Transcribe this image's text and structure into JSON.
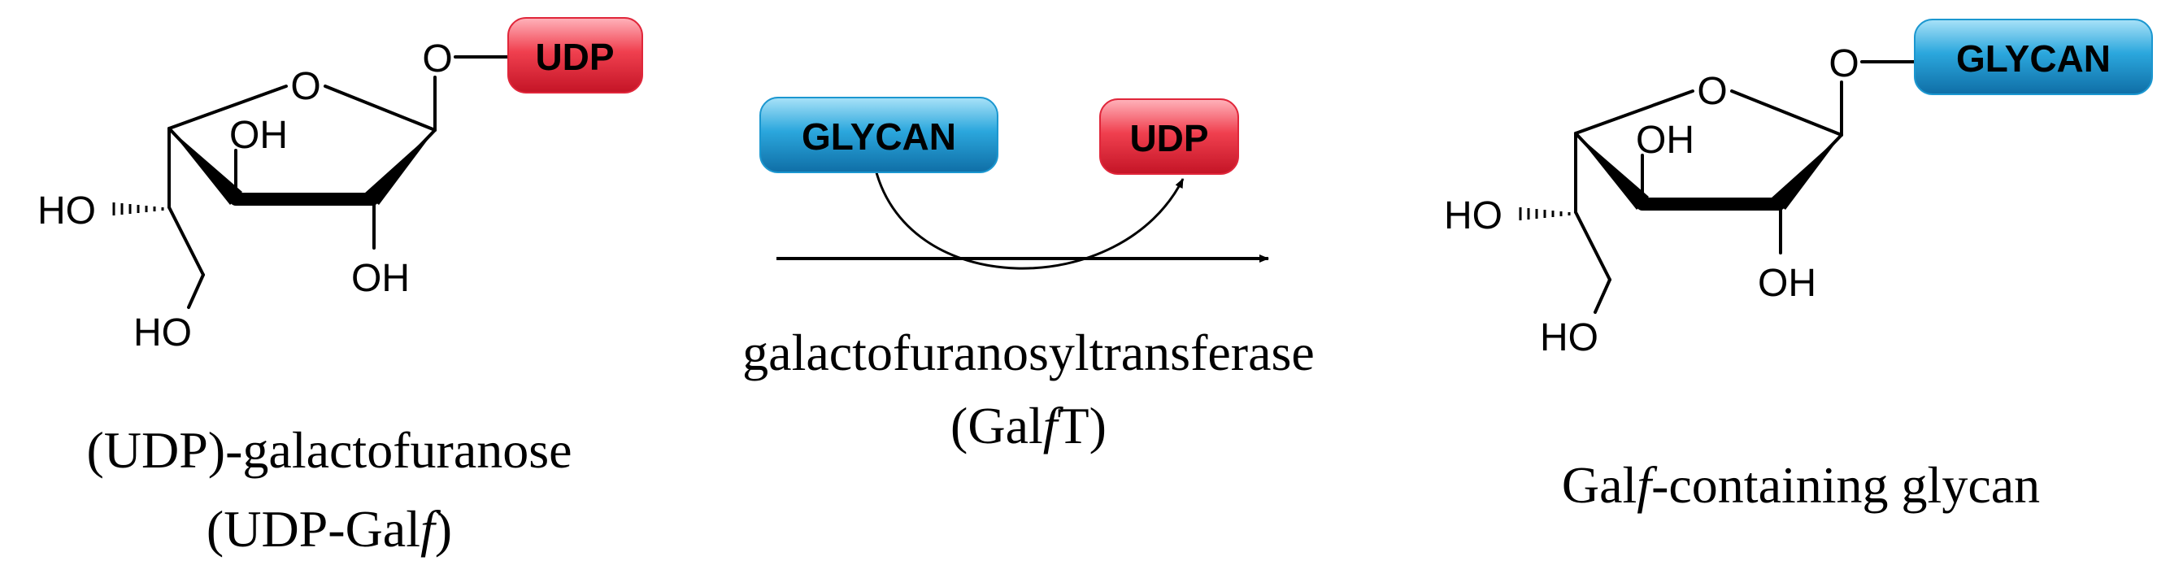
{
  "substrate": {
    "ring_oxygen": "O",
    "glycosidic_oxygen": "O",
    "hydroxyl_c3": "OH",
    "hydroxyl_c2": "OH",
    "hydroxyl_c5": "HO",
    "hydroxyl_c6": "HO",
    "tag": {
      "label": "UDP",
      "color": "#e0263a"
    },
    "caption_line1": "(UDP)-galactofuranose",
    "caption_line2_prefix": "(UDP-Gal",
    "caption_line2_italic": "f",
    "caption_line2_suffix": ")"
  },
  "reaction": {
    "donor_tag": {
      "label": "GLYCAN",
      "color": "#1b97d0"
    },
    "released_tag": {
      "label": "UDP",
      "color": "#e0263a"
    },
    "enzyme_line1": "galactofuranosyltransferase",
    "enzyme_line2_prefix": "(Gal",
    "enzyme_line2_italic": "f",
    "enzyme_line2_suffix": "T)"
  },
  "product": {
    "ring_oxygen": "O",
    "glycosidic_oxygen": "O",
    "hydroxyl_c3": "OH",
    "hydroxyl_c2": "OH",
    "hydroxyl_c5": "HO",
    "hydroxyl_c6": "HO",
    "tag": {
      "label": "GLYCAN",
      "color": "#1b97d0"
    },
    "caption_prefix": "Gal",
    "caption_italic": "f",
    "caption_suffix": "-containing glycan"
  }
}
